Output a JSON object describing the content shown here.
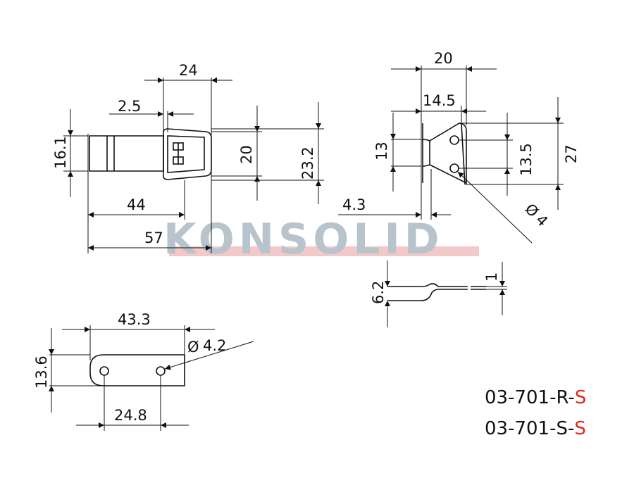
{
  "watermark": {
    "text": "KONSOLID",
    "color": "#b8c4cc",
    "stripe_color": "#f3c8c8"
  },
  "part_numbers": [
    {
      "base": "03-701-R-",
      "suffix": "S"
    },
    {
      "base": "03-701-S-",
      "suffix": "S"
    }
  ],
  "accent_color": "#e0291b",
  "dimensions": {
    "top_width": "24",
    "pitch": "2.5",
    "hook_height": "16.1",
    "inner_height": "20",
    "outer_height": "23.2",
    "length_44": "44",
    "length_57": "57",
    "side_width": "20",
    "side_inner": "14.5",
    "side_13": "13",
    "side_13_5": "13.5",
    "side_27": "27",
    "offset": "4.3",
    "hole_dia": "4",
    "diameter_symbol": "Ø",
    "thickness_6_2": "6.2",
    "thickness_1": "1",
    "plate_length": "43.3",
    "plate_height": "13.6",
    "plate_hole_dia": "4.2",
    "plate_pitch": "24.8"
  }
}
